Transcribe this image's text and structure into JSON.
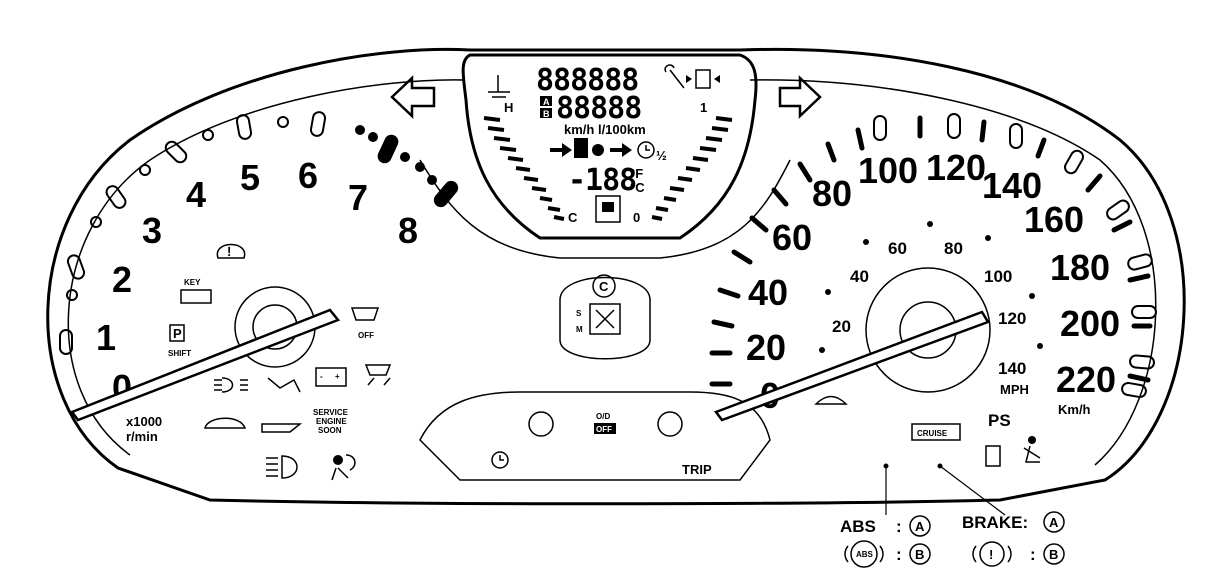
{
  "tachometer": {
    "numbers": [
      "0",
      "1",
      "2",
      "3",
      "4",
      "5",
      "6",
      "7",
      "8"
    ],
    "unit_line1": "x1000",
    "unit_line2": "r/min"
  },
  "speedometer": {
    "kmh_numbers": [
      "0",
      "20",
      "40",
      "60",
      "80",
      "100",
      "120",
      "140",
      "160",
      "180",
      "200",
      "220"
    ],
    "kmh_unit": "Km/h",
    "mph_numbers": [
      "20",
      "40",
      "60",
      "80",
      "100",
      "120",
      "140"
    ],
    "mph_unit": "MPH"
  },
  "display": {
    "odometer_digits": "888888",
    "trip_digits": "88888",
    "trip_a": "A",
    "trip_b": "B",
    "units": "km/h l/100km",
    "temp_value": "-188",
    "temp_f": "°F",
    "temp_c": "°C",
    "temp_h": "H",
    "temp_c_mark": "C",
    "fuel_full": "1",
    "fuel_half": "½",
    "fuel_empty": "0"
  },
  "indicators": {
    "key": "KEY",
    "shift": "SHIFT",
    "off": "OFF",
    "service_l1": "SERVICE",
    "service_l2": "ENGINE",
    "service_l3": "SOON",
    "od_l1": "O/D",
    "od_l2": "OFF",
    "trip": "TRIP",
    "cruise": "CRUISE",
    "ps": "PS",
    "sport_c": "C",
    "sport_s": "S",
    "sport_m": "M"
  },
  "callouts": {
    "abs_label": "ABS",
    "brake_label": "BRAKE:",
    "colon": ":",
    "a": "A",
    "b": "B",
    "abs_icon_text": "ABS",
    "brake_icon_text": "!"
  }
}
